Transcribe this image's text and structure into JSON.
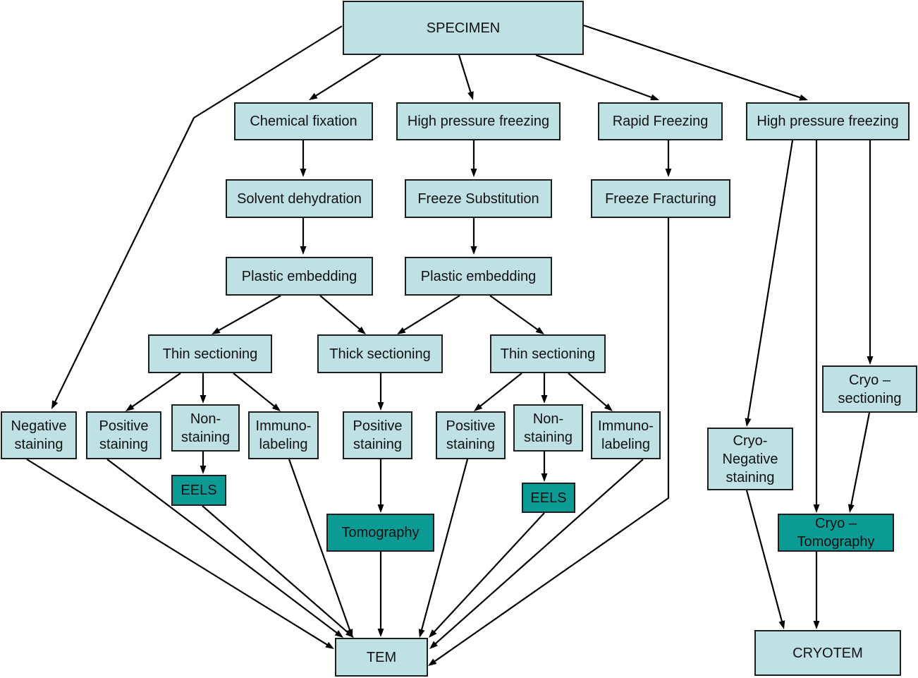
{
  "colors": {
    "light_box": "#bfe1e3",
    "dark_box": "#0c9a94",
    "border": "#1e1e1e",
    "arrow": "#000000"
  },
  "nodes": {
    "specimen": {
      "label": "SPECIMEN",
      "style": "light"
    },
    "chem_fix": {
      "label": "Chemical fixation",
      "style": "light"
    },
    "hpf1": {
      "label": "High pressure freezing",
      "style": "light"
    },
    "rapid_freezing": {
      "label": "Rapid Freezing",
      "style": "light"
    },
    "hpf2": {
      "label": "High pressure freezing",
      "style": "light"
    },
    "solvent_dehydration": {
      "label": "Solvent dehydration",
      "style": "light"
    },
    "freeze_substitution": {
      "label": "Freeze Substitution",
      "style": "light"
    },
    "freeze_fracturing": {
      "label": "Freeze Fracturing",
      "style": "light"
    },
    "plastic_embedding1": {
      "label": "Plastic embedding",
      "style": "light"
    },
    "plastic_embedding2": {
      "label": "Plastic embedding",
      "style": "light"
    },
    "thin_sectioning1": {
      "label": "Thin sectioning",
      "style": "light"
    },
    "thick_sectioning": {
      "label": "Thick sectioning",
      "style": "light"
    },
    "thin_sectioning2": {
      "label": "Thin sectioning",
      "style": "light"
    },
    "negative_staining": {
      "label": "Negative\nstaining",
      "style": "light"
    },
    "positive_staining1": {
      "label": "Positive\nstaining",
      "style": "light"
    },
    "non_staining1": {
      "label": "Non-\nstaining",
      "style": "light"
    },
    "immunolabeling1": {
      "label": "Immuno-\nlabeling",
      "style": "light"
    },
    "positive_staining2": {
      "label": "Positive\nstaining",
      "style": "light"
    },
    "positive_staining3": {
      "label": "Positive\nstaining",
      "style": "light"
    },
    "non_staining2": {
      "label": "Non-\nstaining",
      "style": "light"
    },
    "immunolabeling2": {
      "label": "Immuno-\nlabeling",
      "style": "light"
    },
    "cryo_sectioning": {
      "label": "Cryo –\nsectioning",
      "style": "light"
    },
    "cryo_negative_staining": {
      "label": "Cryo-\nNegative\nstaining",
      "style": "light"
    },
    "eels1": {
      "label": "EELS",
      "style": "dark"
    },
    "eels2": {
      "label": "EELS",
      "style": "dark"
    },
    "tomography": {
      "label": "Tomography",
      "style": "dark"
    },
    "cryo_tomography": {
      "label": "Cryo –\nTomography",
      "style": "dark"
    },
    "tem": {
      "label": "TEM",
      "style": "light"
    },
    "cryotem": {
      "label": "CRYOTEM",
      "style": "light"
    }
  },
  "edges": [
    {
      "from": "specimen",
      "to": "chem_fix"
    },
    {
      "from": "specimen",
      "to": "hpf1"
    },
    {
      "from": "specimen",
      "to": "rapid_freezing"
    },
    {
      "from": "specimen",
      "to": "hpf2"
    },
    {
      "from": "specimen",
      "to": "negative_staining"
    },
    {
      "from": "chem_fix",
      "to": "solvent_dehydration"
    },
    {
      "from": "hpf1",
      "to": "freeze_substitution"
    },
    {
      "from": "rapid_freezing",
      "to": "freeze_fracturing"
    },
    {
      "from": "solvent_dehydration",
      "to": "plastic_embedding1"
    },
    {
      "from": "freeze_substitution",
      "to": "plastic_embedding2"
    },
    {
      "from": "plastic_embedding1",
      "to": "thin_sectioning1"
    },
    {
      "from": "plastic_embedding1",
      "to": "thick_sectioning"
    },
    {
      "from": "plastic_embedding2",
      "to": "thick_sectioning"
    },
    {
      "from": "plastic_embedding2",
      "to": "thin_sectioning2"
    },
    {
      "from": "thin_sectioning1",
      "to": "positive_staining1"
    },
    {
      "from": "thin_sectioning1",
      "to": "non_staining1"
    },
    {
      "from": "thin_sectioning1",
      "to": "immunolabeling1"
    },
    {
      "from": "thick_sectioning",
      "to": "positive_staining2"
    },
    {
      "from": "thin_sectioning2",
      "to": "positive_staining3"
    },
    {
      "from": "thin_sectioning2",
      "to": "non_staining2"
    },
    {
      "from": "thin_sectioning2",
      "to": "immunolabeling2"
    },
    {
      "from": "non_staining1",
      "to": "eels1"
    },
    {
      "from": "non_staining2",
      "to": "eels2"
    },
    {
      "from": "positive_staining2",
      "to": "tomography"
    },
    {
      "from": "negative_staining",
      "to": "tem"
    },
    {
      "from": "positive_staining1",
      "to": "tem"
    },
    {
      "from": "eels1",
      "to": "tem"
    },
    {
      "from": "immunolabeling1",
      "to": "tem"
    },
    {
      "from": "tomography",
      "to": "tem"
    },
    {
      "from": "positive_staining3",
      "to": "tem"
    },
    {
      "from": "eels2",
      "to": "tem"
    },
    {
      "from": "immunolabeling2",
      "to": "tem"
    },
    {
      "from": "freeze_fracturing",
      "to": "tem"
    },
    {
      "from": "hpf2",
      "to": "cryo_negative_staining"
    },
    {
      "from": "hpf2",
      "to": "cryo_tomography"
    },
    {
      "from": "hpf2",
      "to": "cryo_sectioning"
    },
    {
      "from": "cryo_sectioning",
      "to": "cryo_tomography"
    },
    {
      "from": "cryo_negative_staining",
      "to": "cryotem"
    },
    {
      "from": "cryo_tomography",
      "to": "cryotem"
    }
  ]
}
